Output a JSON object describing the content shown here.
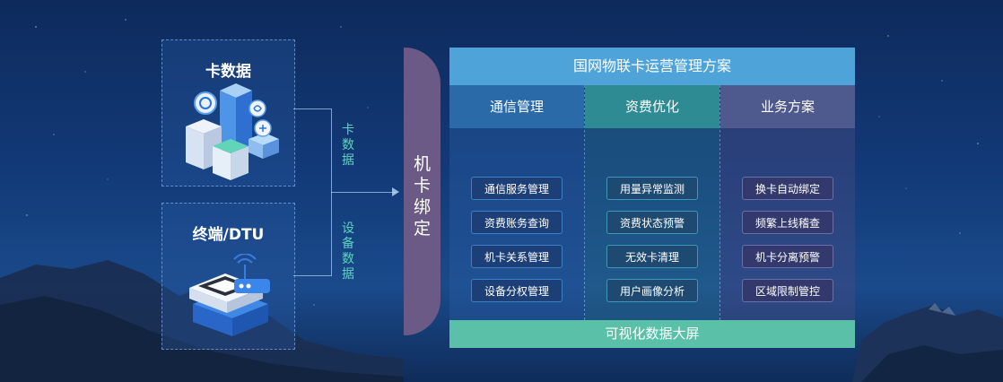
{
  "sources": {
    "card": {
      "title": "卡数据"
    },
    "terminal": {
      "title": "终端/DTU"
    }
  },
  "connector_labels": {
    "card": "卡数据",
    "device": "设备数据"
  },
  "binding": {
    "label": "机卡绑定"
  },
  "panel": {
    "title": "国网物联卡运营管理方案",
    "columns": [
      {
        "header": "通信管理",
        "items": [
          "通信服务管理",
          "资费账务查询",
          "机卡关系管理",
          "设备分权管理"
        ]
      },
      {
        "header": "资费优化",
        "items": [
          "用量异常监测",
          "资费状态预警",
          "无效卡清理",
          "用户画像分析"
        ]
      },
      {
        "header": "业务方案",
        "items": [
          "换卡自动绑定",
          "频繁上线稽查",
          "机卡分离预警",
          "区域限制管控"
        ]
      }
    ],
    "footer": "可视化数据大屏"
  },
  "colors": {
    "title_bar": "#4ea3d9",
    "footer_bar": "#5bc0a8",
    "binding_tab": "#6b5a86",
    "connector_text": "#5fd3c0"
  },
  "icons": [
    "card-data-illustration",
    "dtu-terminal-illustration"
  ]
}
